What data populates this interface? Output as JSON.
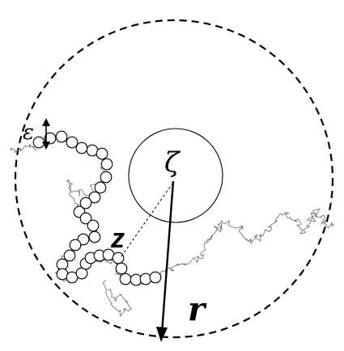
{
  "labels": {
    "epsilon": "ε",
    "zeta": "ζ",
    "z": "z",
    "r": "r"
  },
  "colors": {
    "ink": "#000000",
    "path": "#6a6a6a",
    "background": "#ffffff"
  }
}
